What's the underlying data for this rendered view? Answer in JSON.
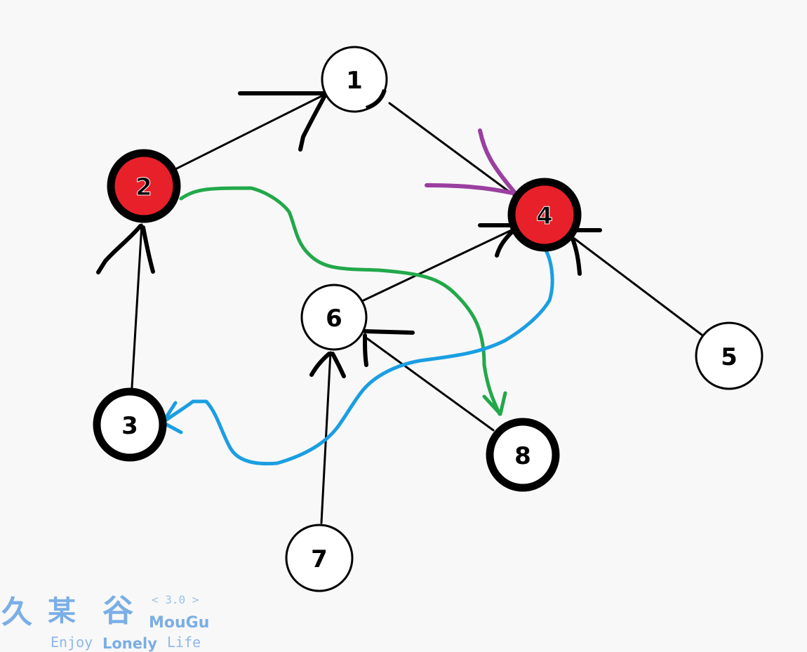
{
  "colors": {
    "background": "#f8f8f8",
    "edge": "#000000",
    "node_fill": "#ffffff",
    "node_highlight": "#e8202a",
    "path_green": "#22a84a",
    "path_blue": "#1a9ee2",
    "path_purple": "#9a3fa0",
    "watermark": "#7aaee6"
  },
  "nodes": [
    {
      "id": "1",
      "label": "1",
      "fill": "#ffffff",
      "thick": false
    },
    {
      "id": "2",
      "label": "2",
      "fill": "#e8202a",
      "thick": true
    },
    {
      "id": "3",
      "label": "3",
      "fill": "#ffffff",
      "thick": true
    },
    {
      "id": "4",
      "label": "4",
      "fill": "#e8202a",
      "thick": true
    },
    {
      "id": "5",
      "label": "5",
      "fill": "#ffffff",
      "thick": false
    },
    {
      "id": "6",
      "label": "6",
      "fill": "#ffffff",
      "thick": false
    },
    {
      "id": "7",
      "label": "7",
      "fill": "#ffffff",
      "thick": false
    },
    {
      "id": "8",
      "label": "8",
      "fill": "#ffffff",
      "thick": true
    }
  ],
  "edges": [
    {
      "from": "2",
      "to": "1"
    },
    {
      "from": "1",
      "to": "4"
    },
    {
      "from": "3",
      "to": "2"
    },
    {
      "from": "6",
      "to": "4"
    },
    {
      "from": "5",
      "to": "4"
    },
    {
      "from": "7",
      "to": "6"
    },
    {
      "from": "8",
      "to": "6"
    }
  ],
  "paths": [
    {
      "from": "2",
      "to": "8",
      "color": "green"
    },
    {
      "from": "4",
      "to": "3",
      "color": "blue"
    }
  ],
  "watermark": {
    "char1": "久",
    "char2": "某",
    "char3": "谷",
    "version": "< 3.0 >",
    "brand": "MouGu",
    "word_enjoy": "Enjoy",
    "word_lonely": "Lonely",
    "word_life": "Life"
  }
}
